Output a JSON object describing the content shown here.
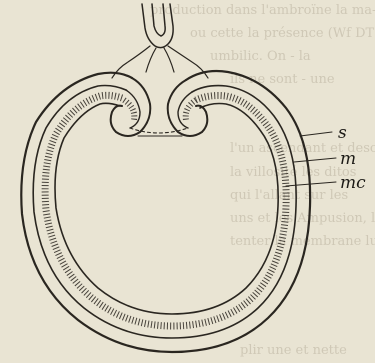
{
  "figure": {
    "background_text_lines": [
      "production dans l'ambroïne la ma-",
      "ou cette la présence (Wf DT) in-",
      "umbilic. On - la",
      "ils ne sont - une",
      "",
      "",
      "",
      "l'un ascendant et descend",
      "la villosité les ditos",
      "qui l'allant sur les",
      "uns et les Ampusion, le",
      "tenter la membrane lu",
      "",
      "",
      "",
      "",
      "",
      "plir une et nette"
    ],
    "labels": {
      "outer": "s",
      "middle": "m",
      "inner": "mc"
    },
    "colors": {
      "paper": "#e9e4d3",
      "ink": "#2a2620",
      "ghost_text": "#cfc8b6"
    }
  }
}
